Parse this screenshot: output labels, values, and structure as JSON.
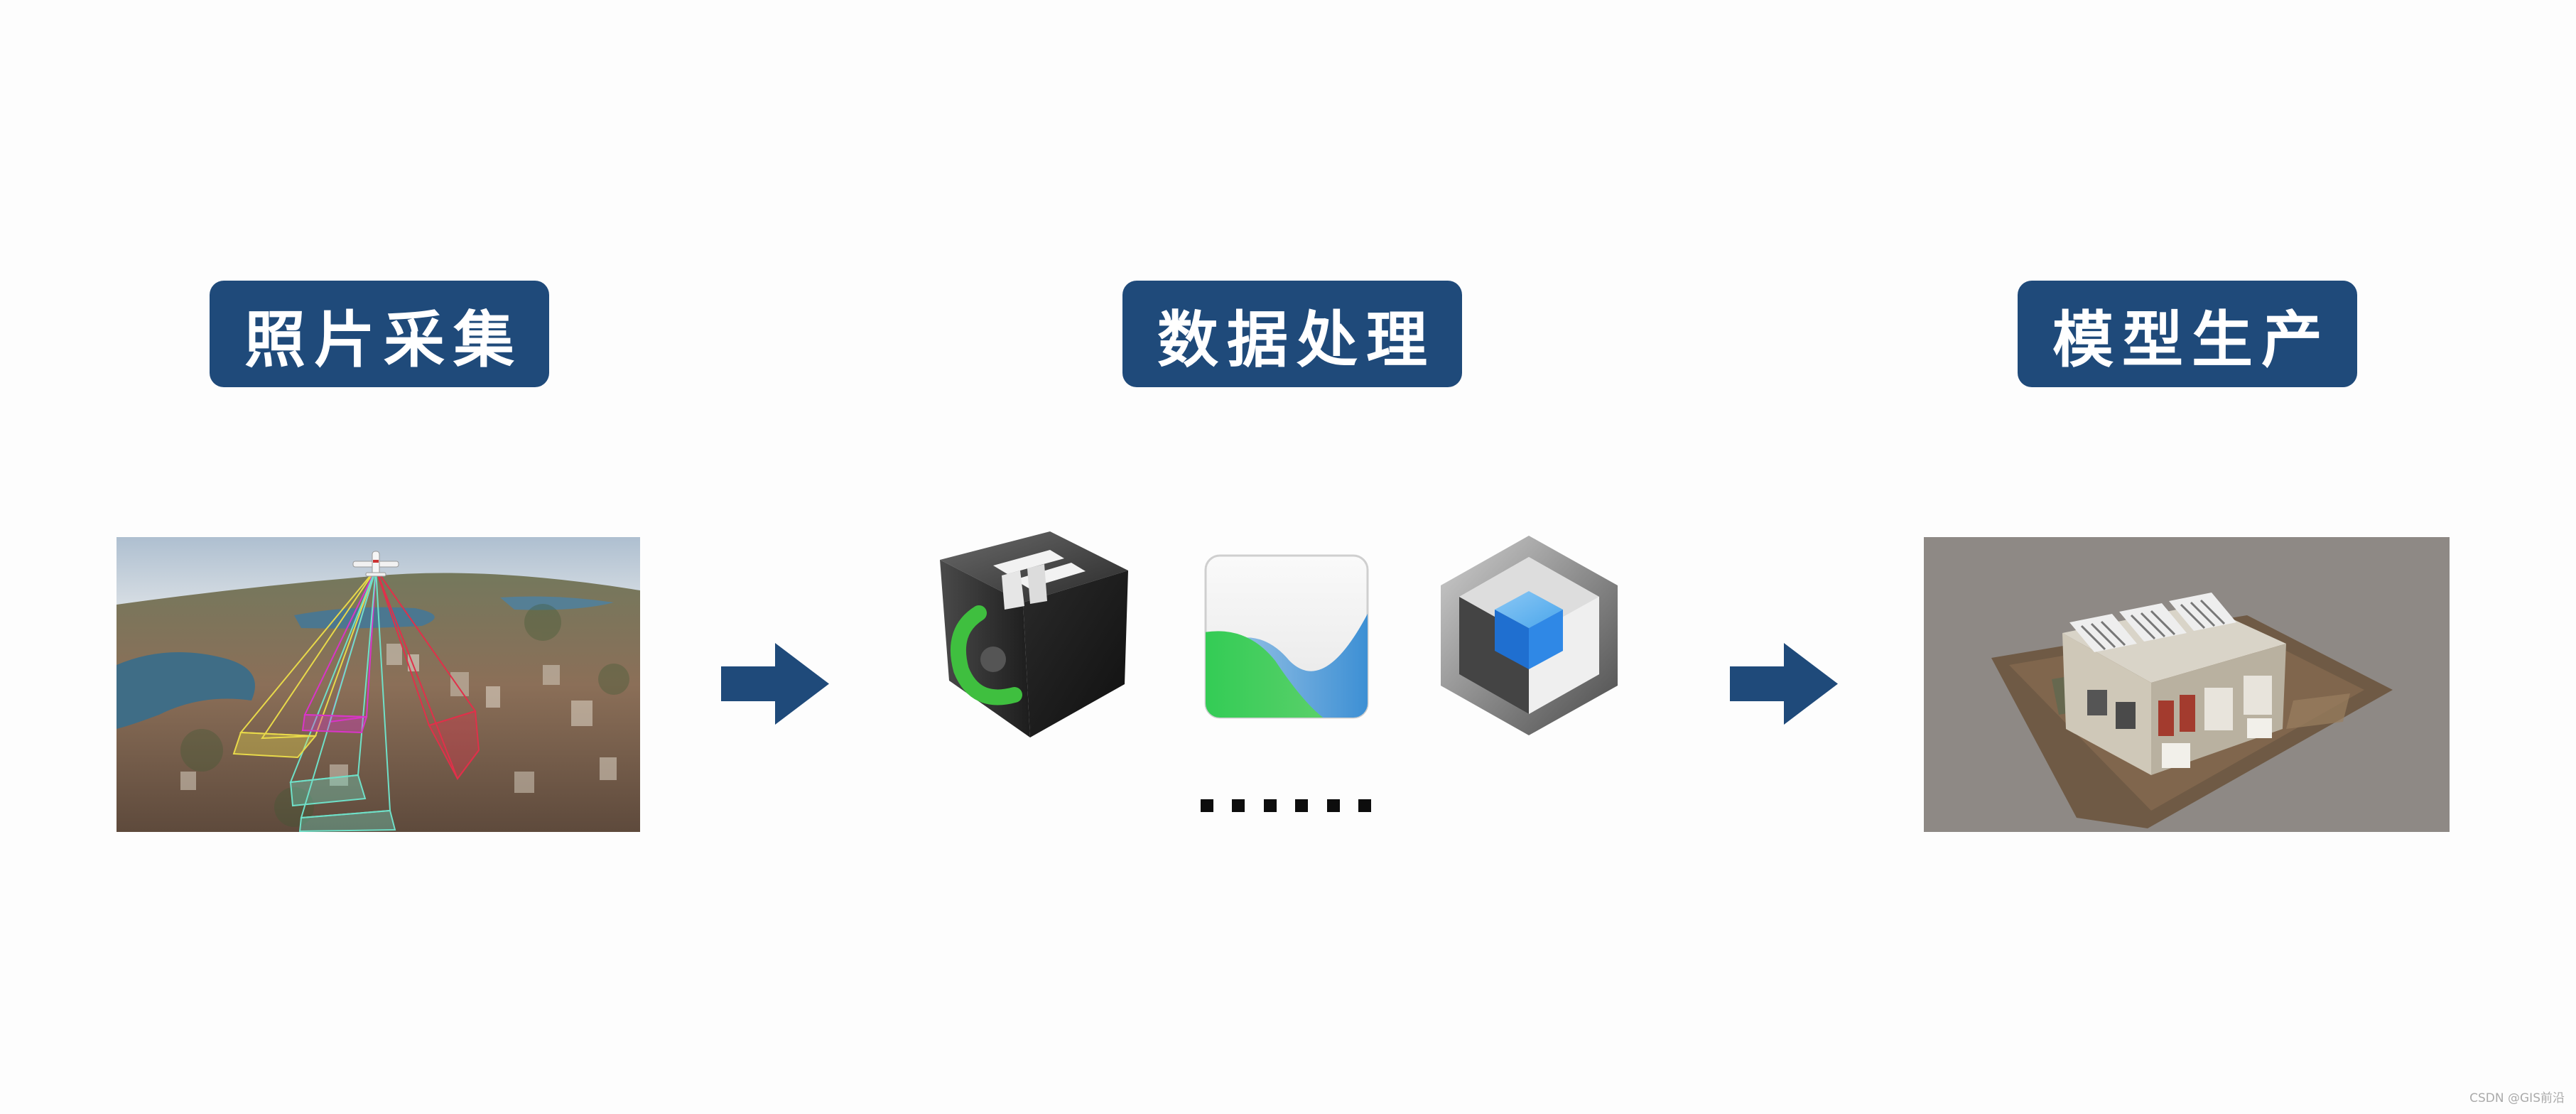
{
  "stages": [
    {
      "label": "照片采集"
    },
    {
      "label": "数据处理"
    },
    {
      "label": "模型生产"
    }
  ],
  "ellipsis": "......",
  "watermark": "CSDN @GIS前沿",
  "icons": {
    "aerial_photo": "aerial-photo-collection-icon",
    "arrow": "arrow-right-icon",
    "software_1": "cube-software-icon",
    "software_2": "wave-software-icon",
    "software_3": "hexagon-cube-software-icon",
    "model": "3d-building-model-icon"
  },
  "colors": {
    "label_bg": "#1f4a7a",
    "label_text": "#ffffff",
    "arrow": "#1f4a7a",
    "background": "#fdfdfd"
  }
}
